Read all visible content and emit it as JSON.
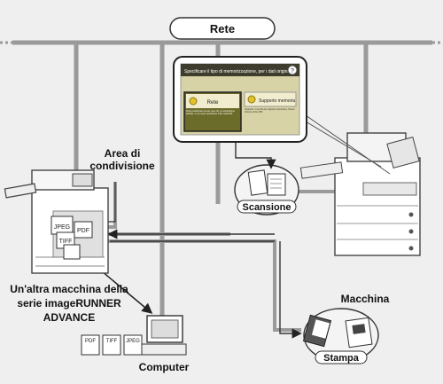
{
  "network": {
    "label": "Rete"
  },
  "labels": {
    "shared_area_line1": "Area di",
    "shared_area_line2": "condivisione",
    "other_machine_line1": "Un'altra macchina della",
    "other_machine_line2": "serie imageRUNNER",
    "other_machine_line3": "ADVANCE",
    "machine": "Macchina",
    "computer": "Computer",
    "scan": "Scansione",
    "print": "Stampa"
  },
  "file_types": [
    "JPEG",
    "PDF",
    "TIFF"
  ],
  "computer_files": [
    "PDF",
    "TIFF",
    "JPEG"
  ],
  "panel": {
    "header": "Specificare il tipo di memorizzazione, per i dati originali.",
    "help": "?",
    "option_network_title": "Rete",
    "option_network_desc": "Dopo posizionare la rete, fare clic su condivisione attivata, o non avete specificare il file nella PDF",
    "option_media_title": "Supporto memoria",
    "option_media_desc": "Supporto. Il tuo file del supporto memoria a. Nuovo formato di file PDF"
  },
  "colors": {
    "background": "#efefef",
    "line": "#9a9a9a",
    "panel": "#d8d3a6",
    "highlight": "#6b6b2a"
  }
}
